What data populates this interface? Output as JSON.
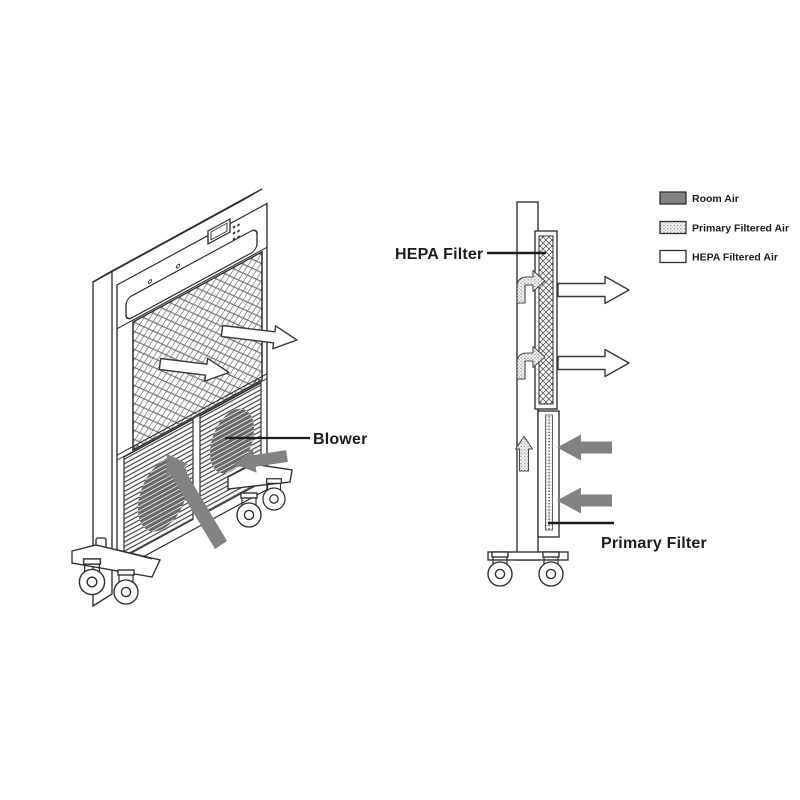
{
  "diagram": {
    "callouts": {
      "blower": "Blower",
      "hepa_filter": "HEPA Filter",
      "primary_filter": "Primary Filter"
    },
    "legend": {
      "items": [
        {
          "label": "Room Air",
          "swatch": "solid-gray"
        },
        {
          "label": "Primary Filtered Air",
          "swatch": "stippled"
        },
        {
          "label": "HEPA Filtered Air",
          "swatch": "white-outline"
        }
      ]
    },
    "colors": {
      "line": "#2e2e2e",
      "room_air_gray": "#828282",
      "background": "#ffffff"
    }
  }
}
